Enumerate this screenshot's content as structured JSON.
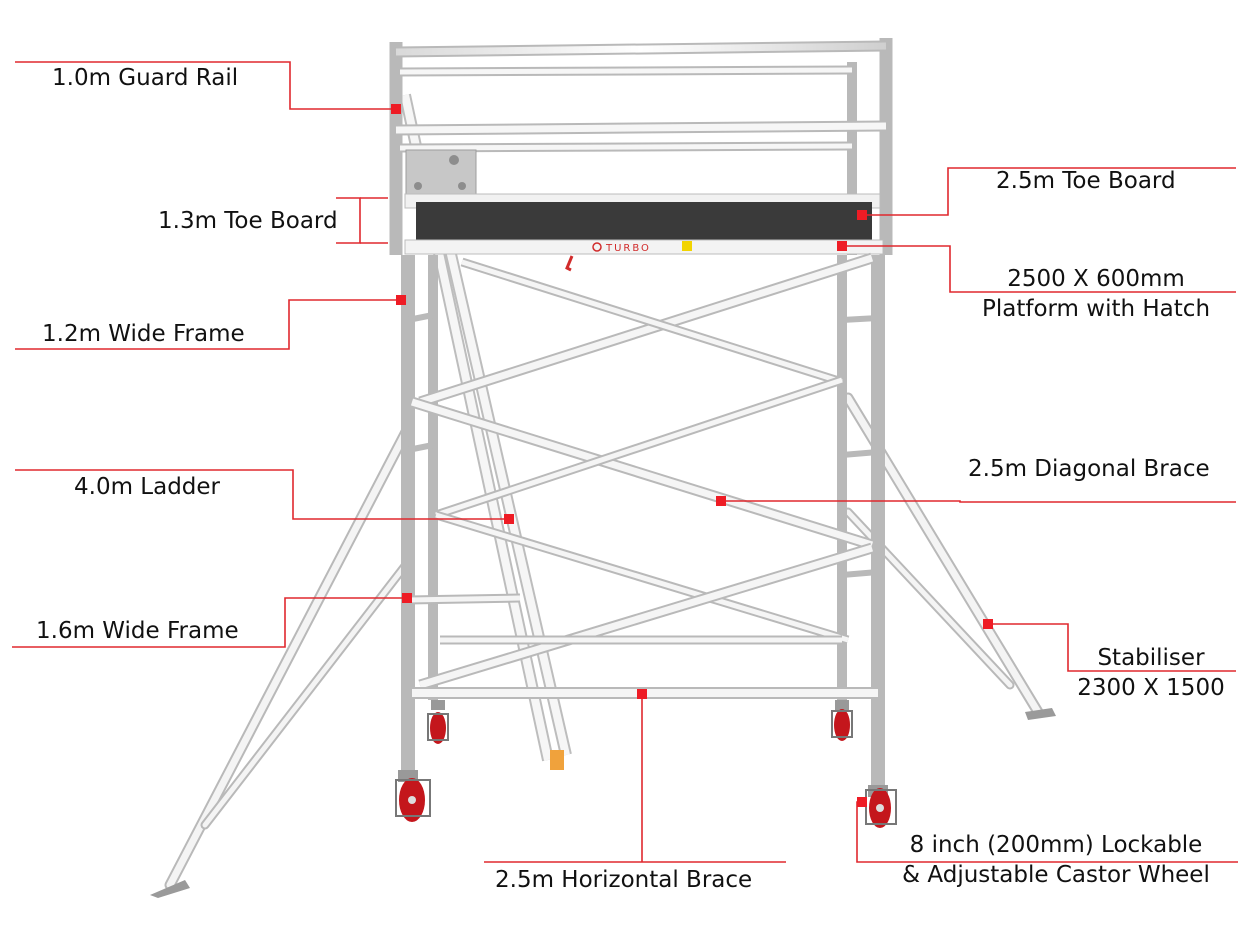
{
  "brand": {
    "logo_text": "TURBO"
  },
  "colors": {
    "leader": "#e0282e",
    "marker": "#ee1c25",
    "tube_stroke": "#b9b9b9",
    "tube_fill": "#f2f2f2",
    "board": "#3a3a3a",
    "wheel": "#c4161c"
  },
  "labels": {
    "guard_rail": "1.0m Guard Rail",
    "toe_board_short": "1.3m Toe Board",
    "toe_board_long": "2.5m Toe Board",
    "platform_line1": "2500 X 600mm",
    "platform_line2": "Platform with Hatch",
    "wide_frame_12": "1.2m Wide Frame",
    "ladder": "4.0m Ladder",
    "diagonal_brace": "2.5m Diagonal Brace",
    "wide_frame_16": "1.6m Wide Frame",
    "stabiliser_line1": "Stabiliser",
    "stabiliser_line2": "2300 X 1500",
    "horizontal_brace": "2.5m Horizontal Brace",
    "castor_line1": "8 inch (200mm) Lockable",
    "castor_line2": "& Adjustable Castor Wheel"
  }
}
